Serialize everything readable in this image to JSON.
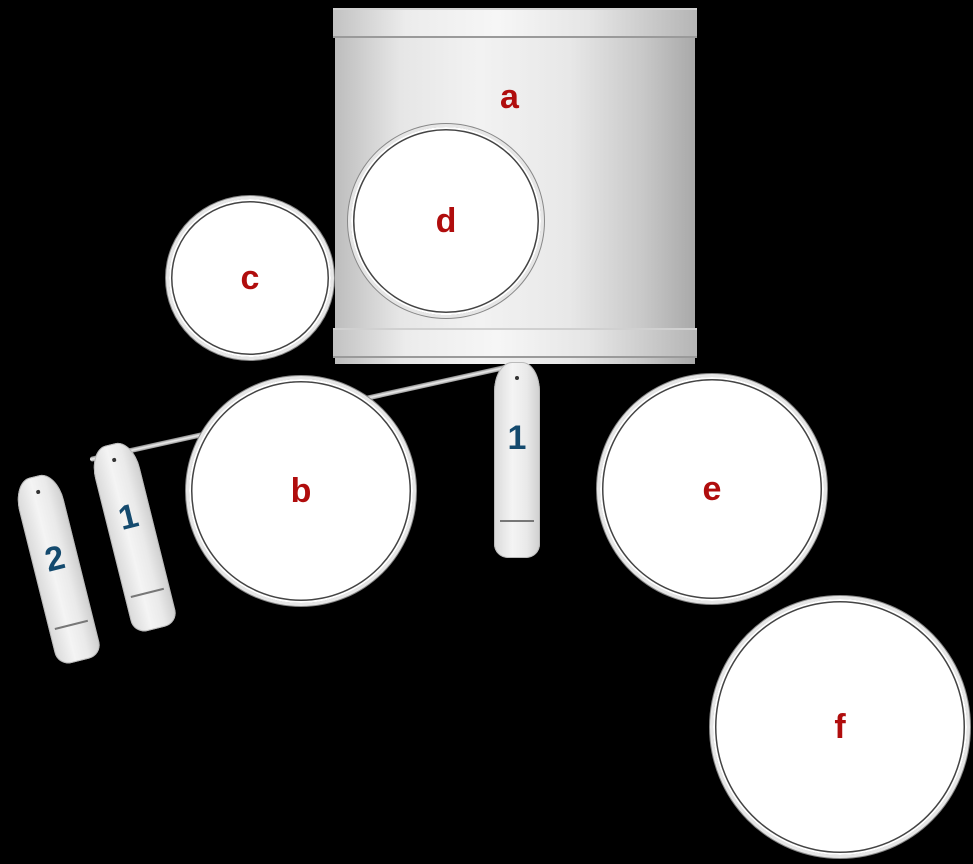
{
  "diagram": {
    "type": "drum-kit-layout-top-view",
    "drums": [
      {
        "id": "a",
        "label": "a",
        "kind": "bass-drum"
      },
      {
        "id": "b",
        "label": "b",
        "kind": "tom"
      },
      {
        "id": "c",
        "label": "c",
        "kind": "tom"
      },
      {
        "id": "d",
        "label": "d",
        "kind": "tom"
      },
      {
        "id": "e",
        "label": "e",
        "kind": "tom"
      },
      {
        "id": "f",
        "label": "f",
        "kind": "tom"
      }
    ],
    "pedals": [
      {
        "id": "center-1",
        "label": "1"
      },
      {
        "id": "left-1",
        "label": "1"
      },
      {
        "id": "left-2",
        "label": "2"
      }
    ],
    "colors": {
      "background": "#000000",
      "drum_label": "#b00d0d",
      "pedal_label": "#144a6e",
      "drum_head": "#ffffff",
      "shell": "#e8e8e8"
    }
  }
}
